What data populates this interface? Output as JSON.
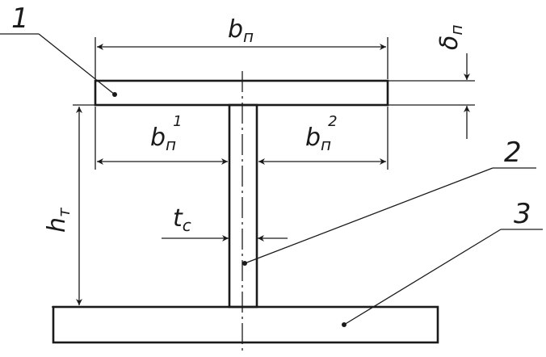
{
  "labels": {
    "part_1": "1",
    "part_2": "2",
    "part_3": "3"
  },
  "dimensions": {
    "flange_width": {
      "main": "b",
      "sub": "п"
    },
    "flange_width_left": {
      "main": "b",
      "sub": "п",
      "sup": "1"
    },
    "flange_width_right": {
      "main": "b",
      "sub": "п",
      "sup": "2"
    },
    "flange_thickness": {
      "main": "δ",
      "sub": "п"
    },
    "rib_height": {
      "main": "h",
      "sub": "т"
    },
    "web_thickness": {
      "main": "t",
      "sub": "с"
    }
  },
  "colors": {
    "ink": "#1a1a1a",
    "paper": "#ffffff"
  }
}
